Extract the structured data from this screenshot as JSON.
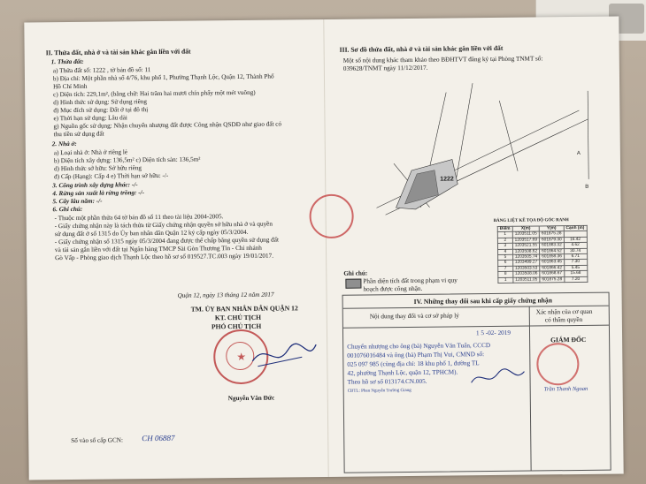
{
  "left": {
    "section_title": "II. Thửa đất, nhà ở và tài sản khác gắn liền với đất",
    "land_heading": "1. Thửa đất:",
    "lines": [
      "a) Thửa đất số:         1222        , tờ bản đồ số:          11",
      "b) Địa chỉ:  Một phần nhà số 4/76, khu phố 1, Phường Thạnh Lộc, Quận 12, Thành Phố",
      "    Hồ Chí Minh",
      "c) Diện tích:             229,1m²,  (bằng chữ: Hai trăm hai mươi chín phẩy một mét vuông)",
      "d) Hình thức sử dụng:  Sử dụng riêng",
      "đ) Mục đích sử dụng:   Đất ở tại đô thị",
      "e) Thời hạn sử dụng:  Lâu dài",
      "g) Nguồn gốc sử dụng:  Nhận chuyển nhượng đất được Công nhận QSDĐ như giao đất có",
      "    thu tiền sử dụng đất"
    ],
    "house_heading": "2. Nhà ở:",
    "house_lines": [
      "a) Loại nhà ở:     Nhà ở riêng lẻ",
      "b) Diện tích xây dựng:     136,5m²                              c) Diện tích sàn:   136,5m²",
      "d) Hình thức sở hữu:        Sở hữu riêng",
      "đ) Cấp (Hạng):  Cấp 4              e) Thời hạn sở hữu:          -/-"
    ],
    "other_lines": [
      "3. Công trình xây dựng khác:  -/-",
      "4. Rừng sản xuất là rừng trồng:  -/-",
      "5. Cây lâu năm:  -/-",
      "6. Ghi chú:"
    ],
    "notes": [
      "- Thuộc một phần thửa 64 tờ bản đồ số 11 theo tài liệu 2004-2005.",
      "- Giấy chứng nhận này là tách thửa từ Giấy chứng nhận quyền sở hữu nhà ở và quyền",
      "  sử dụng đất ở số 1315 do Ủy ban nhân dân Quận 12 ký cấp ngày 05/3/2004.",
      "- Giấy chứng nhận số 1315 ngày 05/3/2004 đang được thế chấp bằng quyền sử dụng đất",
      "  và tài sản gắn liền với đất tại Ngân hàng TMCP Sài Gòn Thương Tín - Chi nhánh",
      "  Gò Vấp - Phòng giao dịch Thạnh Lộc theo hồ sơ số 019527.TC.003 ngày 19/01/2017."
    ],
    "date_line": "Quận 12, ngày   13   tháng   12   năm 2017",
    "org1": "TM. ỦY BAN NHÂN DÂN QUẬN 12",
    "org2": "KT. CHỦ TỊCH",
    "org3": "PHÓ CHỦ TỊCH",
    "signer": "Nguyễn Văn Đức",
    "cert_label": "Số vào sổ cấp GCN:",
    "cert_value": "CH 06887"
  },
  "right": {
    "section_title": "III. Sơ đồ thửa đất, nhà ở và tài sản khác gắn liền với đất",
    "ref_lines": [
      "Một số nội dung khác tham khảo theo BĐHTVT đăng ký tại Phòng TNMT số:",
      "039628/TNMT ngày 11/12/2017."
    ],
    "map_labels": {
      "parcel": "1222",
      "north_a": "A",
      "north_b": "B"
    },
    "table_title": "BẢNG LIỆT KÊ TỌA ĐỘ GÓC RANH",
    "table_headers": [
      "Điểm",
      "X(m)",
      "Y(m)",
      "Cạnh (m)"
    ],
    "table_rows": [
      [
        "1",
        "1203511.05",
        "601875.28",
        ""
      ],
      [
        "2",
        "1203517.69",
        "601879.30",
        "16.42"
      ],
      [
        "3",
        "1203521.55",
        "601883.32",
        "4.62"
      ],
      [
        "4",
        "1203508.62",
        "601864.52",
        "30.74"
      ],
      [
        "5",
        "1203505.74",
        "601858.36",
        "6.71"
      ],
      [
        "6",
        "1203499.27",
        "601863.45",
        "7.30"
      ],
      [
        "7",
        "1203503.53",
        "601866.42",
        "5.45"
      ],
      [
        "8",
        "1203508.06",
        "601868.67",
        "15.68"
      ],
      [
        "1",
        "1203511.05",
        "601875.28",
        "7.20"
      ]
    ],
    "legend_title": "Ghi chú:",
    "legend_text_1": "Phần diện tích đất trong phạm vi quy",
    "legend_text_2": "hoạch được công nhận.",
    "section4_title": "IV. Những thay đổi sau khi cấp giấy chứng nhận",
    "col1_header": "Nội dung thay đổi và cơ sở pháp lý",
    "col2_header_1": "Xác nhận của cơ quan",
    "col2_header_2": "có thẩm quyền",
    "change_date": "1 5 -02- 2019",
    "director": "GIÁM ĐỐC",
    "change_lines": [
      "Chuyển nhượng cho ông (bà) Nguyễn Văn Tuấn, CCCD",
      "001076016484 và ông (bà) Phạm Thị Vui, CMND số:",
      "025 097 985 (cùng địa chỉ: 18 khu phố 1, đường TL",
      "42, phường Thạnh Lộc, quận 12, TPHCM).",
      "Theo hồ sơ số 013174.CN.005.",
      "CBTL: Phan Nguyễn Trường Giang"
    ],
    "director_signer": "Trần Thanh Ngoan"
  }
}
